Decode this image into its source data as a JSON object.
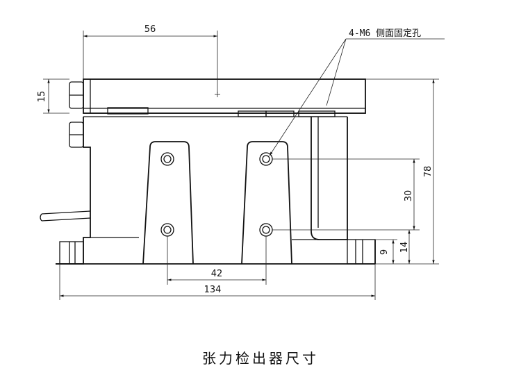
{
  "caption": "张力检出器尺寸",
  "note": "4-M6 侧面固定孔",
  "dimensions": {
    "d56": "56",
    "d15": "15",
    "d78": "78",
    "d30": "30",
    "d14": "14",
    "d9": "9",
    "d42": "42",
    "d134": "134"
  }
}
